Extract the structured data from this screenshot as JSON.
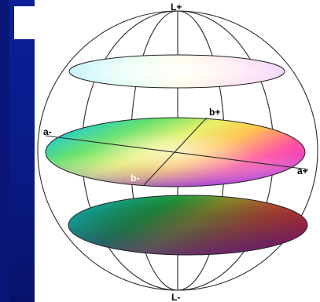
{
  "diagram": {
    "axis_labels": {
      "l_plus": "L+",
      "l_minus": "L-",
      "a_minus": "a-",
      "a_plus": "a+",
      "b_plus": "b+",
      "b_minus": "b-"
    },
    "colors": {
      "background": "#0b1f9a",
      "panel": "#ffffff",
      "outline": "#2b2b2b"
    }
  }
}
